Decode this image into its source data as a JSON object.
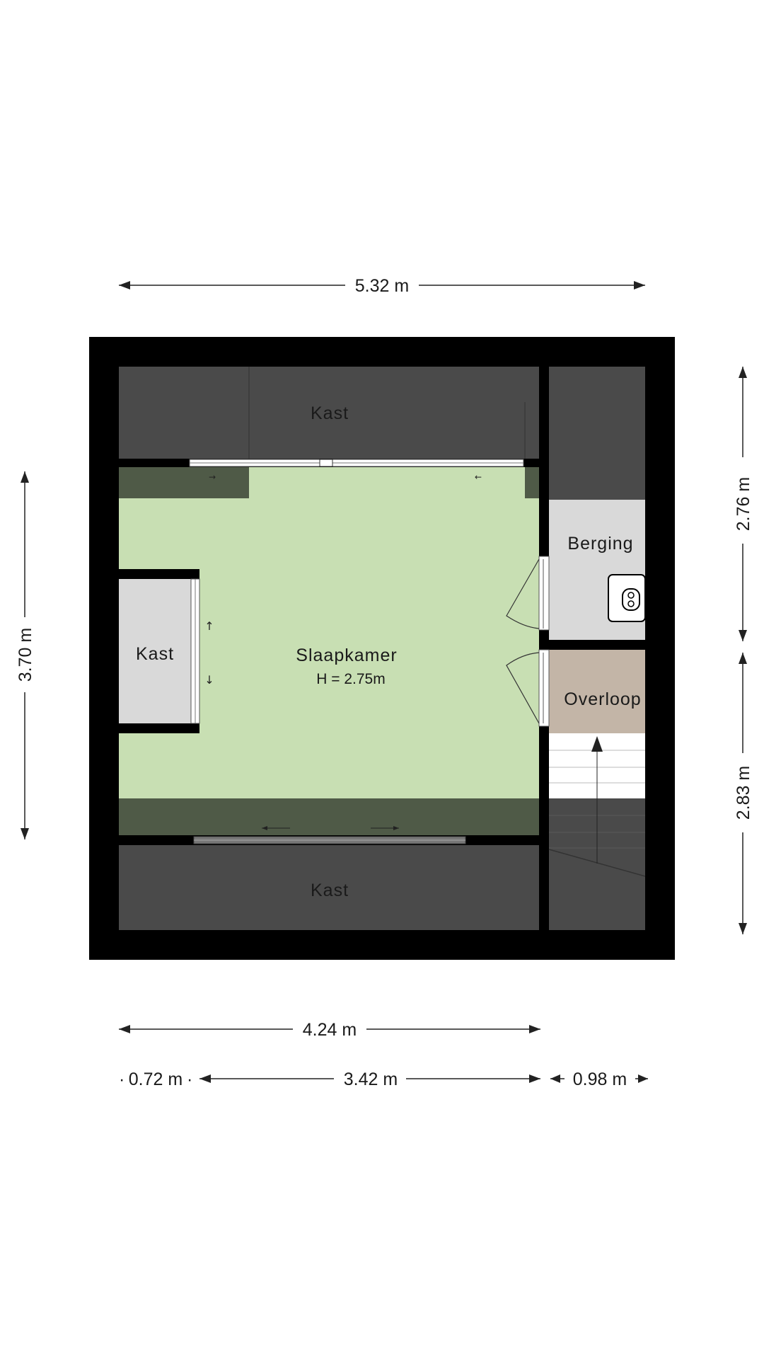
{
  "rooms": {
    "slaapkamer": {
      "name": "Slaapkamer",
      "height": "H = 2.75m"
    },
    "kast_top": {
      "name": "Kast"
    },
    "kast_left": {
      "name": "Kast"
    },
    "kast_bottom": {
      "name": "Kast"
    },
    "berging": {
      "name": "Berging"
    },
    "overloop": {
      "name": "Overloop"
    }
  },
  "dimensions": {
    "top_width": "5.32 m",
    "left_height": "3.70 m",
    "right_upper": "2.76 m",
    "right_lower": "2.83 m",
    "bottom_main": "4.24 m",
    "bottom_seg1": "0.72 m",
    "bottom_seg2": "3.42 m",
    "bottom_seg3": "0.98 m"
  },
  "colors": {
    "wall": "#000000",
    "bedroom": "#c8dfb3",
    "closet_dark": "#4a4a4a",
    "storage": "#d9d9d9",
    "landing": "#c3b5a7",
    "stairs": "#ffffff"
  }
}
